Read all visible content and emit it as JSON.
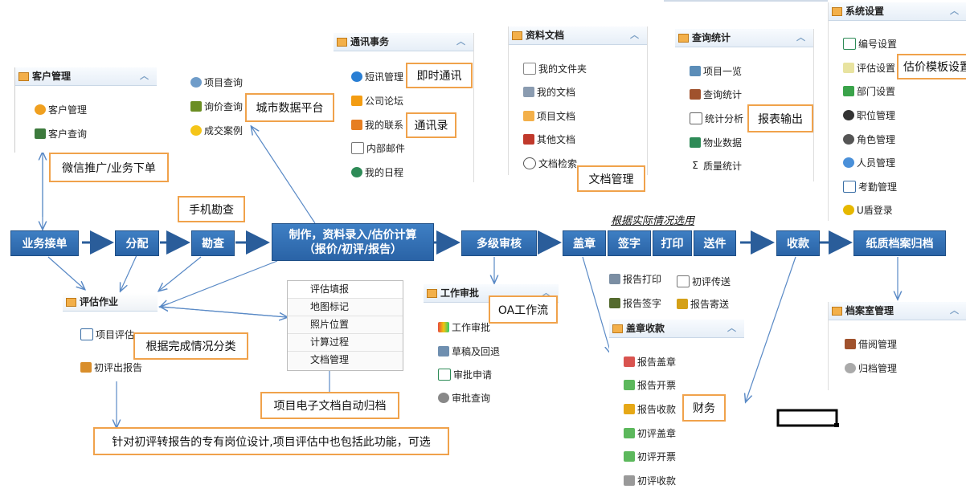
{
  "panels": {
    "customer": {
      "title": "客户管理",
      "items": [
        "客户管理",
        "客户查询"
      ]
    },
    "query_misc": {
      "items": [
        "项目查询",
        "询价查询",
        "成交案例"
      ]
    },
    "comm": {
      "title": "通讯事务",
      "items": [
        "短讯管理",
        "公司论坛",
        "我的联系",
        "内部邮件",
        "我的日程"
      ]
    },
    "docs": {
      "title": "资料文档",
      "items": [
        "我的文件夹",
        "我的文档",
        "项目文档",
        "其他文档",
        "文档检索"
      ]
    },
    "stats": {
      "title": "查询统计",
      "items": [
        "项目一览",
        "查询统计",
        "统计分析",
        "物业数据",
        "质量统计"
      ]
    },
    "system": {
      "title": "系统设置",
      "items": [
        "编号设置",
        "评估设置",
        "部门设置",
        "职位管理",
        "角色管理",
        "人员管理",
        "考勤管理",
        "U盾登录"
      ]
    },
    "assess": {
      "title": "评估作业",
      "items": [
        "项目评估",
        "初评出报告"
      ]
    },
    "approval": {
      "title": "工作审批",
      "items": [
        "工作审批",
        "草稿及回退",
        "审批申请",
        "审批查询"
      ]
    },
    "stamp": {
      "title": "盖章收款",
      "items": [
        "报告盖章",
        "报告开票",
        "报告收款",
        "初评盖章",
        "初评开票",
        "初评收款"
      ]
    },
    "archive": {
      "title": "档案室管理",
      "items": [
        "借阅管理",
        "归档管理"
      ]
    }
  },
  "report_actions": [
    "报告打印",
    "初评传送",
    "报告签字",
    "报告寄送"
  ],
  "doc_tabs": [
    "评估填报",
    "地图标记",
    "照片位置",
    "计算过程",
    "文档管理"
  ],
  "flow": {
    "s1": "业务接单",
    "s2": "分配",
    "s3": "勘查",
    "s4a": "制作，资料录入/估价计算",
    "s4b": "（报价/初评/报告）",
    "s5": "多级审核",
    "s6": "盖章",
    "s7": "签字",
    "s8": "打印",
    "s9": "送件",
    "s10": "收款",
    "s11": "纸质档案归档"
  },
  "notes": {
    "im": "即时通讯",
    "city": "城市数据平台",
    "addr": "通讯录",
    "docmgr": "文档管理",
    "report": "报表输出",
    "tpl": "估价模板设置",
    "wechat": "微信推广/业务下单",
    "mobile": "手机勘查",
    "classify": "根据完成情况分类",
    "oa": "OA工作流",
    "finance": "财务",
    "autoarchive": "项目电子文档自动归档",
    "special": "针对初评转报告的专有岗位设计,项目评估中也包括此功能，可选",
    "optional": "根据实际情况选用"
  }
}
